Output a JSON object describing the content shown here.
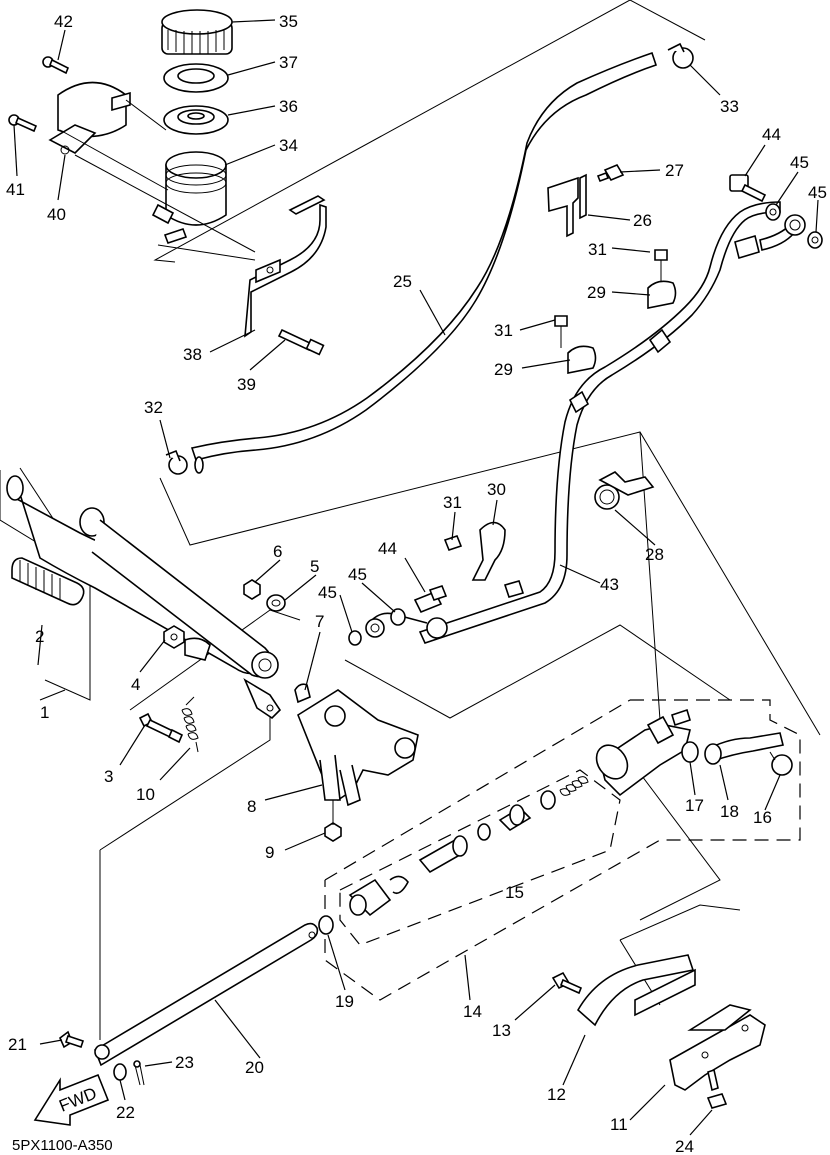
{
  "diagram_code": "5PX1100-A350",
  "fwd_label": "FWD",
  "callouts": [
    {
      "id": "c42",
      "text": "42"
    },
    {
      "id": "c35",
      "text": "35"
    },
    {
      "id": "c37",
      "text": "37"
    },
    {
      "id": "c36",
      "text": "36"
    },
    {
      "id": "c34",
      "text": "34"
    },
    {
      "id": "c41",
      "text": "41"
    },
    {
      "id": "c40",
      "text": "40"
    },
    {
      "id": "c33",
      "text": "33"
    },
    {
      "id": "c44a",
      "text": "44"
    },
    {
      "id": "c45a",
      "text": "45"
    },
    {
      "id": "c45b",
      "text": "45"
    },
    {
      "id": "c27",
      "text": "27"
    },
    {
      "id": "c26",
      "text": "26"
    },
    {
      "id": "c31a",
      "text": "31"
    },
    {
      "id": "c29a",
      "text": "29"
    },
    {
      "id": "c25",
      "text": "25"
    },
    {
      "id": "c31b",
      "text": "31"
    },
    {
      "id": "c29b",
      "text": "29"
    },
    {
      "id": "c38",
      "text": "38"
    },
    {
      "id": "c39",
      "text": "39"
    },
    {
      "id": "c32",
      "text": "32"
    },
    {
      "id": "c30",
      "text": "30"
    },
    {
      "id": "c31c",
      "text": "31"
    },
    {
      "id": "c28",
      "text": "28"
    },
    {
      "id": "c6",
      "text": "6"
    },
    {
      "id": "c5",
      "text": "5"
    },
    {
      "id": "c44b",
      "text": "44"
    },
    {
      "id": "c45c",
      "text": "45"
    },
    {
      "id": "c43",
      "text": "43"
    },
    {
      "id": "c45d",
      "text": "45"
    },
    {
      "id": "c2",
      "text": "2"
    },
    {
      "id": "c7",
      "text": "7"
    },
    {
      "id": "c4",
      "text": "4"
    },
    {
      "id": "c1",
      "text": "1"
    },
    {
      "id": "c3",
      "text": "3"
    },
    {
      "id": "c10",
      "text": "10"
    },
    {
      "id": "c17",
      "text": "17"
    },
    {
      "id": "c18",
      "text": "18"
    },
    {
      "id": "c16",
      "text": "16"
    },
    {
      "id": "c8",
      "text": "8"
    },
    {
      "id": "c9",
      "text": "9"
    },
    {
      "id": "c15",
      "text": "15"
    },
    {
      "id": "c19",
      "text": "19"
    },
    {
      "id": "c14",
      "text": "14"
    },
    {
      "id": "c13",
      "text": "13"
    },
    {
      "id": "c21",
      "text": "21"
    },
    {
      "id": "c20",
      "text": "20"
    },
    {
      "id": "c23",
      "text": "23"
    },
    {
      "id": "c22",
      "text": "22"
    },
    {
      "id": "c12",
      "text": "12"
    },
    {
      "id": "c11",
      "text": "11"
    },
    {
      "id": "c24",
      "text": "24"
    }
  ]
}
